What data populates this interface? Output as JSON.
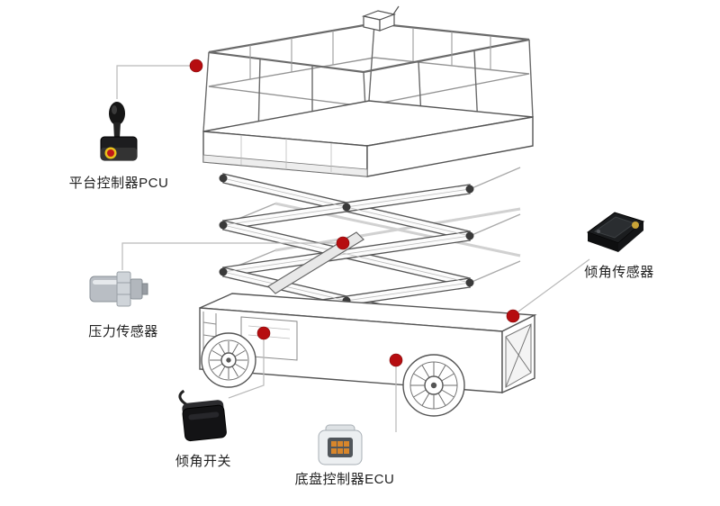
{
  "diagram": {
    "type": "component-callout-diagram",
    "subject": "scissor-lift-wireframe",
    "components": {
      "pcu": {
        "label": "平台控制器PCU"
      },
      "pressure_sensor": {
        "label": "压力传感器"
      },
      "tilt_switch": {
        "label": "倾角开关"
      },
      "ecu": {
        "label": "底盘控制器ECU"
      },
      "tilt_sensor": {
        "label": "倾角传感器"
      }
    },
    "colors": {
      "marker": "#b60d10",
      "callout_line": "#b9b9b9",
      "wireframe": "#555555",
      "background": "#ffffff"
    }
  }
}
